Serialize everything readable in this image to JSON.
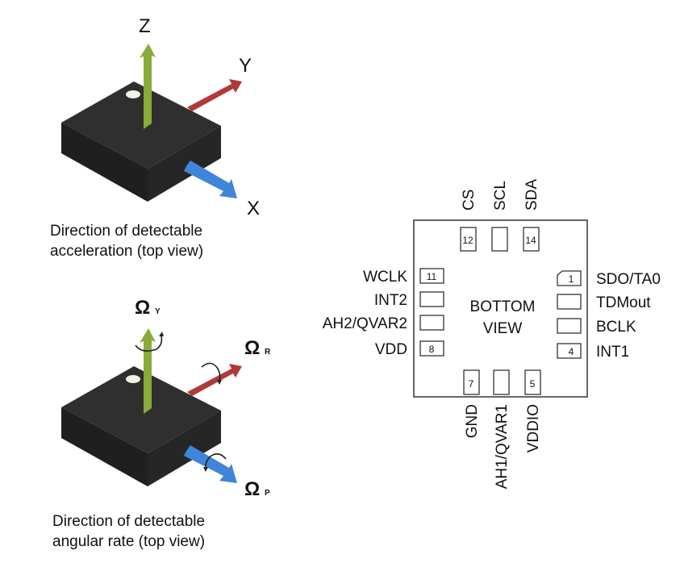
{
  "accel_diagram": {
    "axes": [
      {
        "id": "z",
        "label": "Z",
        "color": "#8aab3a"
      },
      {
        "id": "y",
        "label": "Y",
        "color": "#b0393a"
      },
      {
        "id": "x",
        "label": "X",
        "color": "#3f85d9"
      }
    ],
    "caption_line1": "Direction of detectable",
    "caption_line2": "acceleration (top view)"
  },
  "gyro_diagram": {
    "axes": [
      {
        "id": "yaw",
        "symbol": "Ω",
        "subscript": "Y",
        "color": "#8aab3a"
      },
      {
        "id": "roll",
        "symbol": "Ω",
        "subscript": "R",
        "color": "#b0393a"
      },
      {
        "id": "pitch",
        "symbol": "Ω",
        "subscript": "P",
        "color": "#3f85d9"
      }
    ],
    "caption_line1": "Direction of detectable",
    "caption_line2": "angular rate (top view)"
  },
  "package": {
    "center_line1": "BOTTOM",
    "center_line2": "VIEW",
    "top_pins": [
      {
        "number": "12",
        "name": "CS"
      },
      {
        "number": "",
        "name": "SCL"
      },
      {
        "number": "14",
        "name": "SDA"
      }
    ],
    "left_pins": [
      {
        "number": "11",
        "name": "WCLK"
      },
      {
        "number": "",
        "name": "INT2"
      },
      {
        "number": "",
        "name": "AH2/QVAR2"
      },
      {
        "number": "8",
        "name": "VDD"
      }
    ],
    "right_pins": [
      {
        "number": "1",
        "name": "SDO/TA0"
      },
      {
        "number": "",
        "name": "TDMout"
      },
      {
        "number": "",
        "name": "BCLK"
      },
      {
        "number": "4",
        "name": "INT1"
      }
    ],
    "bottom_pins": [
      {
        "number": "7",
        "name": "GND"
      },
      {
        "number": "",
        "name": "AH1/QVAR1"
      },
      {
        "number": "5",
        "name": "VDDIO"
      }
    ]
  }
}
